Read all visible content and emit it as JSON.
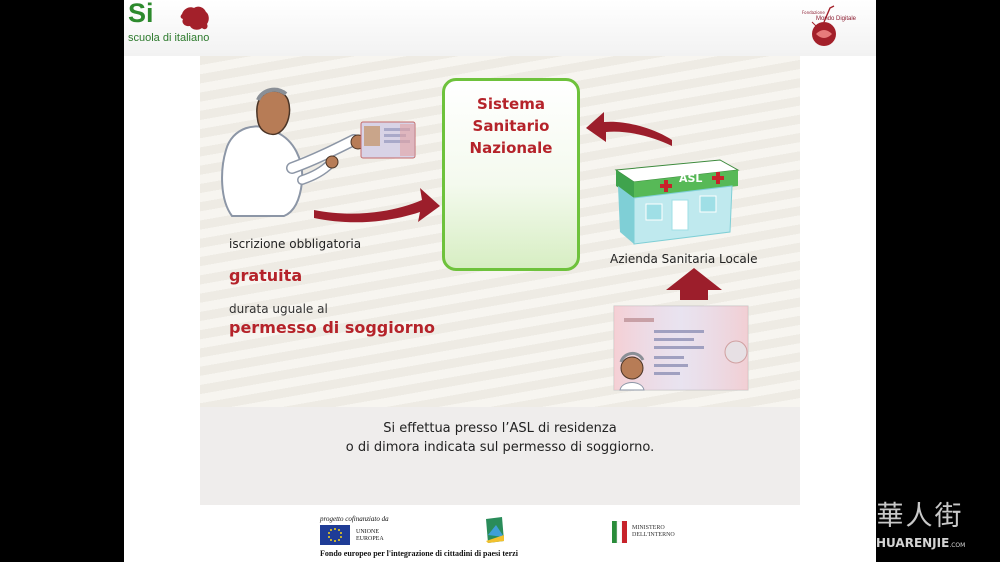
{
  "brand": {
    "logo_title": "Si",
    "logo_subtitle": "scuola di italiano",
    "partner_logo_text": "Mondo Digitale",
    "partner_logo_prefix": "Fondazione"
  },
  "diagram": {
    "center_box_title": [
      "Sistema",
      "Sanitario",
      "Nazionale"
    ],
    "left_labels": {
      "line1": "iscrizione obbligatoria",
      "highlight1": "gratuita",
      "line2": "durata uguale al",
      "highlight2": "permesso di soggiorno"
    },
    "building_sign": "ASL",
    "building_label": "Azienda Sanitaria Locale"
  },
  "caption": {
    "line1": "Si effettua presso l’ASL di residenza",
    "line2": "o di dimora indicata sul permesso di soggiorno."
  },
  "footer": {
    "cofinanced": "progetto cofinanziato da",
    "eu_label": [
      "UNIONE",
      "EUROPEA"
    ],
    "fund_text": "Fondo europeo per l'integrazione di cittadini di paesi terzi",
    "ministry_label": [
      "MINISTERO",
      "DELL'INTERNO"
    ]
  },
  "watermark": {
    "cn": "華人街",
    "en": "HUARENJIE",
    "en_small": ".COM"
  },
  "colors": {
    "accent_red": "#b5232a",
    "green_border": "#6ec23c",
    "logo_green": "#2d8a2d"
  }
}
